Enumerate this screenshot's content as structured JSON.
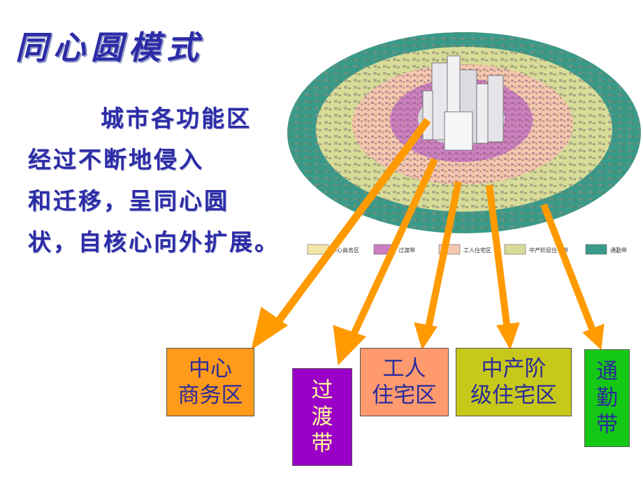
{
  "title": "同心圆模式",
  "body_lines": [
    "城市各功能区",
    "经过不断地侵入",
    "和迁移，呈同心圆",
    "状，自核心向外扩展。"
  ],
  "legend": [
    "中心商务区",
    "过渡带",
    "工人住宅区",
    "中产阶层住宅带",
    "通勤带"
  ],
  "zones": [
    {
      "label": "中心\n商务区",
      "color": "#ff9a1a"
    },
    {
      "label": "过\n渡\n带",
      "color": "#9b00c8"
    },
    {
      "label": "工人\n住宅区",
      "color": "#ff9a6e"
    },
    {
      "label": "中产阶\n级住宅区",
      "color": "#c8c81a"
    },
    {
      "label": "通\n勤\n带",
      "color": "#16c816"
    }
  ],
  "colors": {
    "commuter_ring": "#3a9a8a",
    "middle_ring": "#d9dc98",
    "worker_ring": "#f4c7ae",
    "transition_ring": "#cc7fc0",
    "cbd": "#d8d8d8",
    "arrow": "#ff9a00",
    "title_text": "#2c2ca8"
  }
}
